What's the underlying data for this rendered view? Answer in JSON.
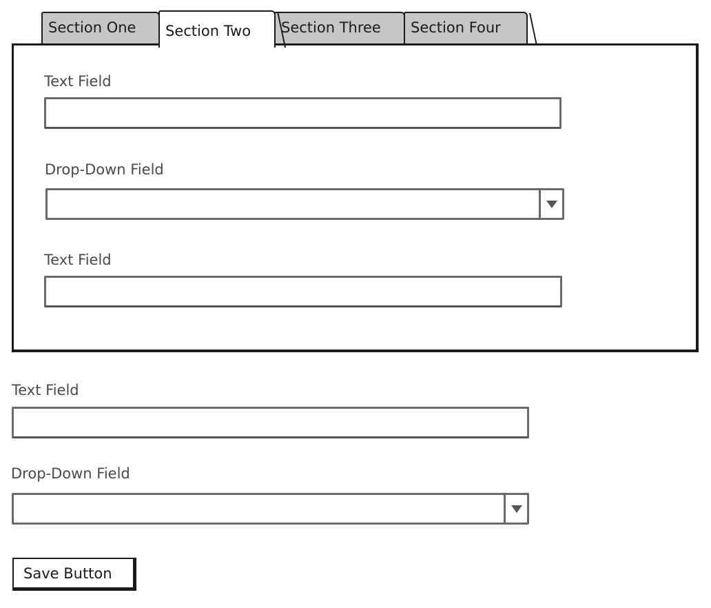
{
  "tabs": [
    {
      "label": "Section One",
      "selected": false
    },
    {
      "label": "Section Two",
      "selected": true
    },
    {
      "label": "Section Three",
      "selected": false
    },
    {
      "label": "Section Four",
      "selected": false
    }
  ],
  "panel": {
    "fields": [
      {
        "type": "text",
        "label": "Text Field",
        "value": "",
        "placeholder": ""
      },
      {
        "type": "dropdown",
        "label": "Drop-Down Field",
        "value": ""
      },
      {
        "type": "text",
        "label": "Text Field",
        "value": "",
        "placeholder": ""
      }
    ]
  },
  "form": {
    "fields": [
      {
        "type": "text",
        "label": "Text Field",
        "value": "",
        "placeholder": ""
      },
      {
        "type": "dropdown",
        "label": "Drop-Down Field",
        "value": ""
      }
    ],
    "save_label": "Save Button"
  },
  "icons": {
    "dropdown_arrow": "triangle-down-icon"
  }
}
